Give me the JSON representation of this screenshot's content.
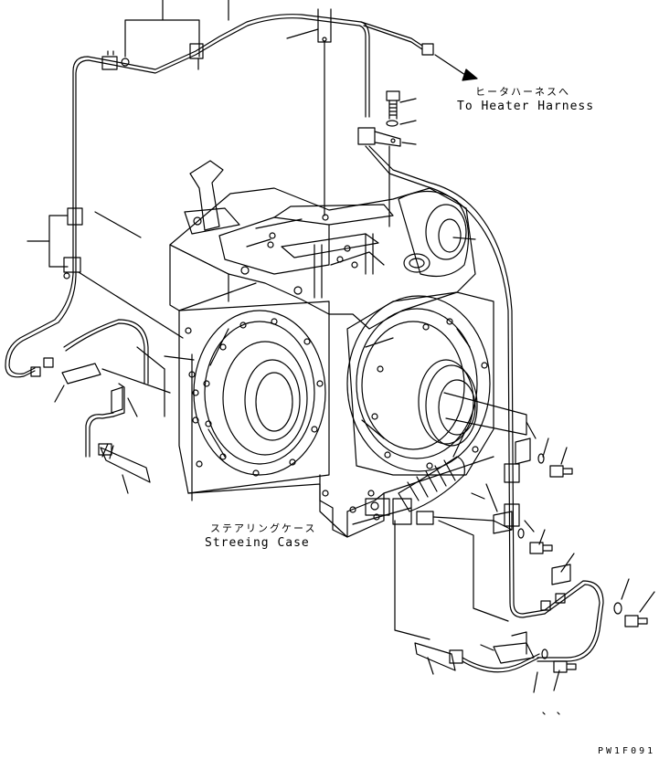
{
  "labels": {
    "heater_jp": "ヒータハーネスへ",
    "heater_en": "To Heater Harness",
    "case_jp": "ステアリングケース",
    "case_en": "Streeing Case",
    "drawing_code": "PW1F091"
  }
}
